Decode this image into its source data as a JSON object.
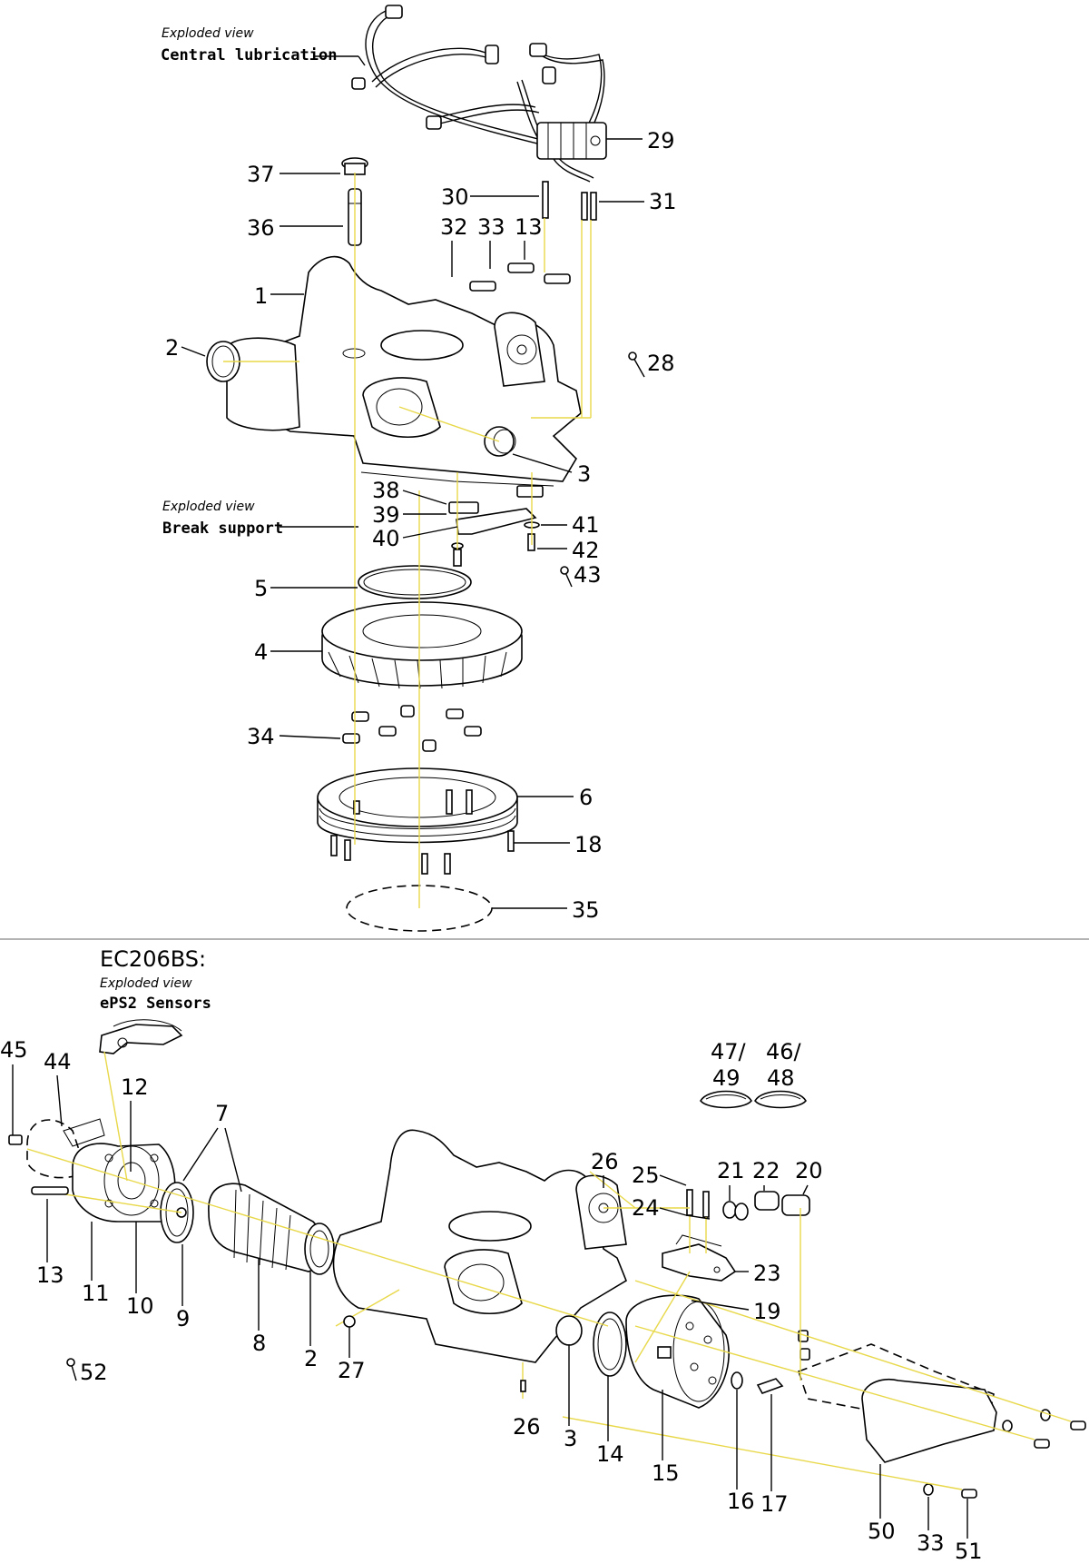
{
  "top_section": {
    "captions": [
      {
        "id": "central-lubrication",
        "kind": "Exploded view",
        "title": "Central lubrication"
      },
      {
        "id": "break-support",
        "kind": "Exploded view",
        "title": "Break support"
      }
    ],
    "callouts": [
      "37",
      "36",
      "1",
      "2",
      "30",
      "31",
      "29",
      "32",
      "33",
      "13",
      "28",
      "3",
      "38",
      "39",
      "40",
      "41",
      "42",
      "43",
      "5",
      "4",
      "34",
      "6",
      "18",
      "35"
    ]
  },
  "bottom_section": {
    "model": "EC206BS:",
    "caption": {
      "kind": "Exploded view",
      "title": "ePS2 Sensors"
    },
    "callouts": [
      "45",
      "44",
      "12",
      "7",
      "13",
      "11",
      "10",
      "9",
      "8",
      "2",
      "27",
      "26",
      "3",
      "14",
      "15",
      "16",
      "17",
      "25",
      "24",
      "21",
      "22",
      "20",
      "23",
      "19",
      "50",
      "33",
      "51",
      "52",
      "47/",
      "49",
      "46/",
      "48"
    ]
  }
}
